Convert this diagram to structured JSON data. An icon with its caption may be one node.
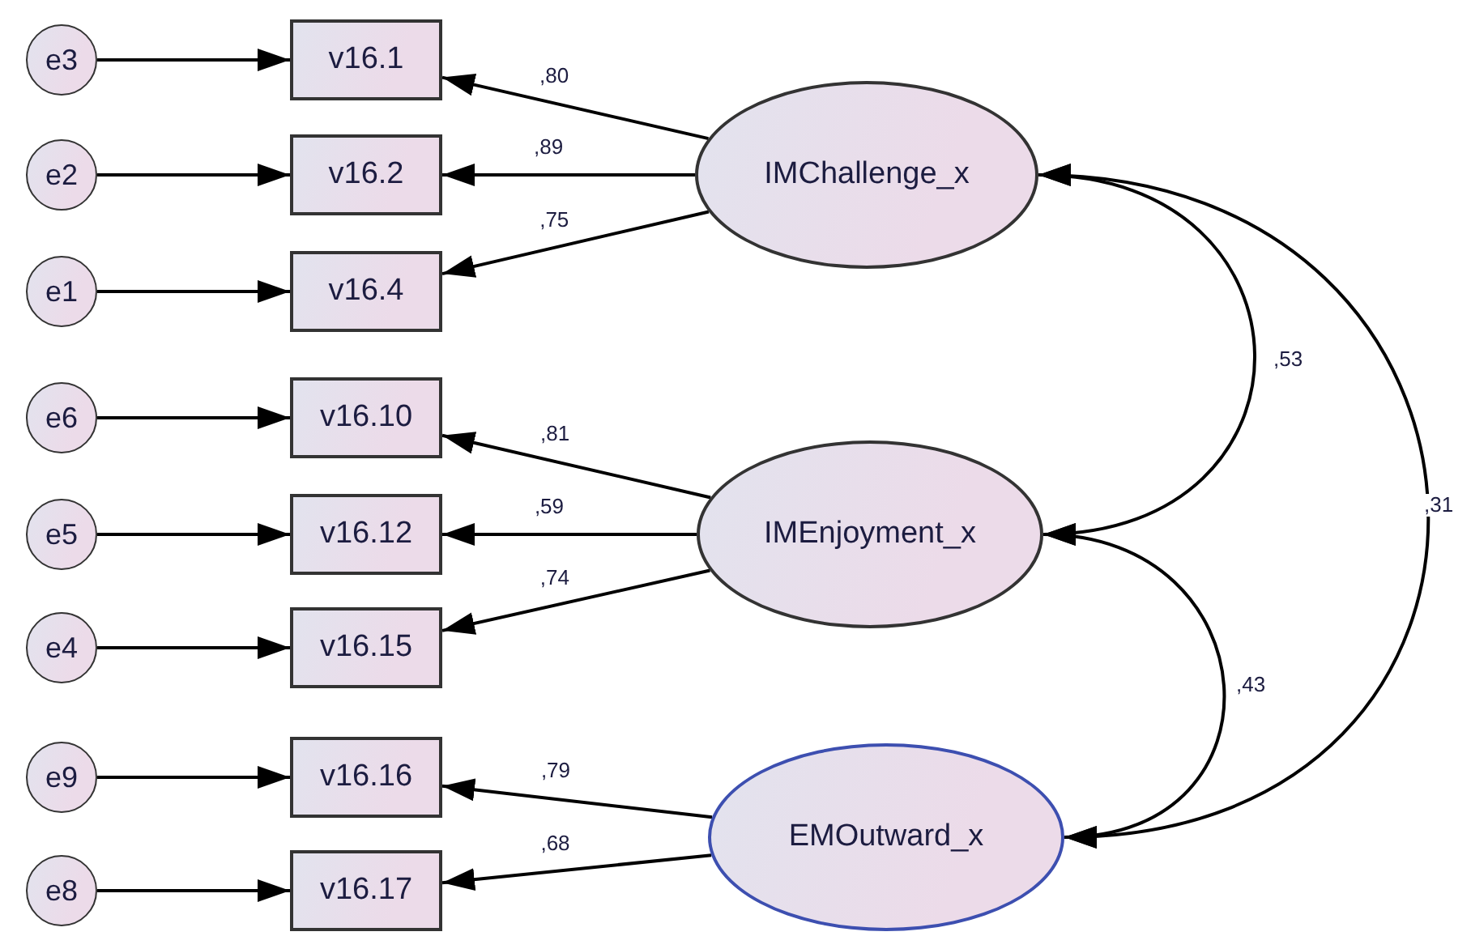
{
  "diagram": {
    "nodes": [
      {
        "text": [
          "e3"
        ]
      },
      {
        "text": [
          "v16.1"
        ]
      },
      {
        "text": [
          "e2"
        ]
      },
      {
        "text": [
          "v16.2"
        ]
      },
      {
        "text": [
          "IMChallenge_x"
        ]
      },
      {
        "text": [
          "e1"
        ]
      },
      {
        "text": [
          "v16.4"
        ]
      },
      {
        "text": [
          "e6"
        ]
      },
      {
        "text": [
          "v16.10"
        ]
      },
      {
        "text": [
          "e5"
        ]
      },
      {
        "text": [
          "v16.12"
        ]
      },
      {
        "text": [
          "IMEnjoyment_x"
        ]
      },
      {
        "text": [
          "e4"
        ]
      },
      {
        "text": [
          "v16.15"
        ]
      },
      {
        "text": [
          "e9"
        ]
      },
      {
        "text": [
          "v16.16"
        ]
      },
      {
        "text": [
          "e8"
        ]
      },
      {
        "text": [
          "v16.17"
        ]
      },
      {
        "text": [
          "EMOutward_x"
        ]
      }
    ],
    "edges": [
      {
        "from": 0,
        "to": 1,
        "arrow": "to"
      },
      {
        "from": 2,
        "to": 3,
        "arrow": "to"
      },
      {
        "from": 5,
        "to": 6,
        "arrow": "to"
      },
      {
        "from": 7,
        "to": 8,
        "arrow": "to"
      },
      {
        "from": 9,
        "to": 10,
        "arrow": "to"
      },
      {
        "from": 12,
        "to": 13,
        "arrow": "to"
      },
      {
        "from": 14,
        "to": 15,
        "arrow": "to"
      },
      {
        "from": 16,
        "to": 17,
        "arrow": "to"
      },
      {
        "from": 4,
        "to": 1,
        "arrow": "to",
        "label": ",80"
      },
      {
        "from": 4,
        "to": 3,
        "arrow": "to",
        "label": ",89"
      },
      {
        "from": 4,
        "to": 6,
        "arrow": "to",
        "label": ",75"
      },
      {
        "from": 11,
        "to": 8,
        "arrow": "to",
        "label": ",81"
      },
      {
        "from": 11,
        "to": 10,
        "arrow": "to",
        "label": ",59"
      },
      {
        "from": 11,
        "to": 13,
        "arrow": "to",
        "label": ",74"
      },
      {
        "from": 18,
        "to": 15,
        "arrow": "to",
        "label": ",79"
      },
      {
        "from": 18,
        "to": 17,
        "arrow": "to",
        "label": ",68"
      },
      {
        "from": 4,
        "to": 11,
        "arrow": "both",
        "label": ",53"
      },
      {
        "from": 11,
        "to": 18,
        "arrow": "both",
        "label": ",43"
      },
      {
        "from": 4,
        "to": 18,
        "arrow": "both",
        "label": ",31"
      }
    ]
  }
}
